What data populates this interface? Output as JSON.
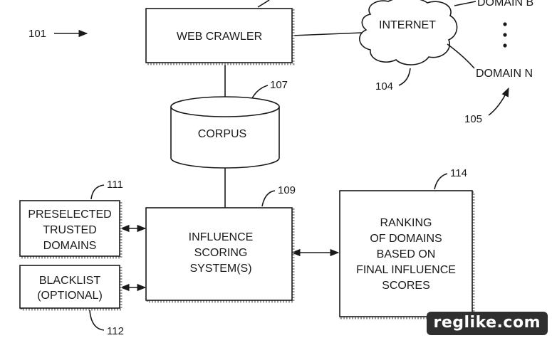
{
  "nodes": {
    "web_crawler": "WEB CRAWLER",
    "internet": "INTERNET",
    "domain_b": "DOMAIN B",
    "domain_n": "DOMAIN N",
    "corpus": "CORPUS",
    "trusted": [
      "PRESELECTED",
      "TRUSTED",
      "DOMAINS"
    ],
    "blacklist": [
      "BLACKLIST",
      "(OPTIONAL)"
    ],
    "influence": [
      "INFLUENCE",
      "SCORING",
      "SYSTEM(S)"
    ],
    "ranking": [
      "RANKING",
      "OF DOMAINS",
      "BASED ON",
      "FINAL INFLUENCE",
      "SCORES"
    ]
  },
  "refs": {
    "r101": "101",
    "r104": "104",
    "r105": "105",
    "r107": "107",
    "r109": "109",
    "r111": "111",
    "r112": "112",
    "r114": "114"
  },
  "watermark": "reglike.com",
  "colors": {
    "ink": "#1a1a1a",
    "watermark_bg": "#2f2f2f"
  }
}
